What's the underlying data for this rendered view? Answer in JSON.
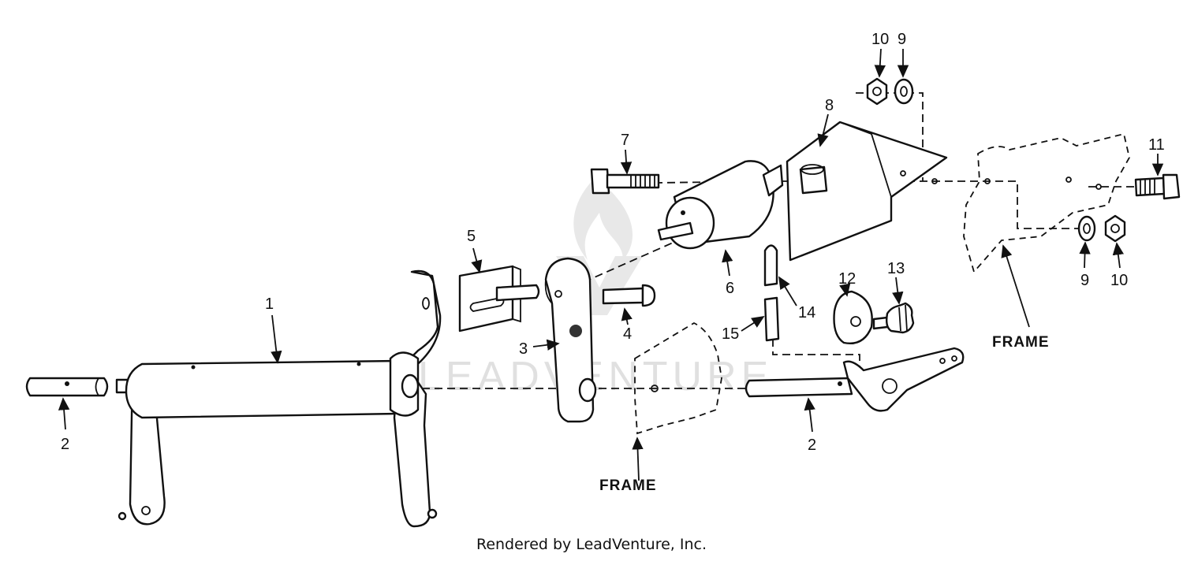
{
  "diagram": {
    "watermark": "LEADVENTURE",
    "frame_label": "FRAME",
    "callouts": [
      "1",
      "2",
      "2",
      "3",
      "4",
      "5",
      "6",
      "7",
      "8",
      "9",
      "9",
      "10",
      "10",
      "11",
      "12",
      "13",
      "14",
      "15"
    ]
  },
  "footer": "Rendered by LeadVenture, Inc."
}
